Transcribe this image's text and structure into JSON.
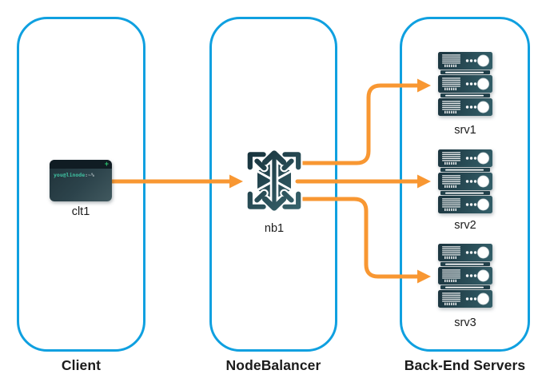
{
  "colors": {
    "box_border": "#0FA0E0",
    "arrow": "#F89732",
    "node_teal_dark": "#142E38",
    "node_teal_light": "#3A6770",
    "label": "#1B1B1B",
    "terminal_button_green": "#2BC46F",
    "terminal_prompt_teal": "#3FC0A0"
  },
  "groups": [
    {
      "label": "Client"
    },
    {
      "label": "NodeBalancer"
    },
    {
      "label": "Back-End Servers"
    }
  ],
  "nodes": {
    "client": {
      "id": "clt1",
      "icon": "terminal-window-icon"
    },
    "nodebalancer": {
      "id": "nb1",
      "icon": "nodebalancer-hexagon-icon"
    },
    "servers": [
      {
        "id": "srv1",
        "icon": "server-rack-icon"
      },
      {
        "id": "srv2",
        "icon": "server-rack-icon"
      },
      {
        "id": "srv3",
        "icon": "server-rack-icon"
      }
    ]
  },
  "terminal": {
    "prompt_user": "you@linode",
    "prompt_suffix": ":~%",
    "window_button": "+"
  },
  "connections": [
    {
      "from": "clt1",
      "to": "nb1"
    },
    {
      "from": "nb1",
      "to": "srv1"
    },
    {
      "from": "nb1",
      "to": "srv2"
    },
    {
      "from": "nb1",
      "to": "srv3"
    }
  ]
}
